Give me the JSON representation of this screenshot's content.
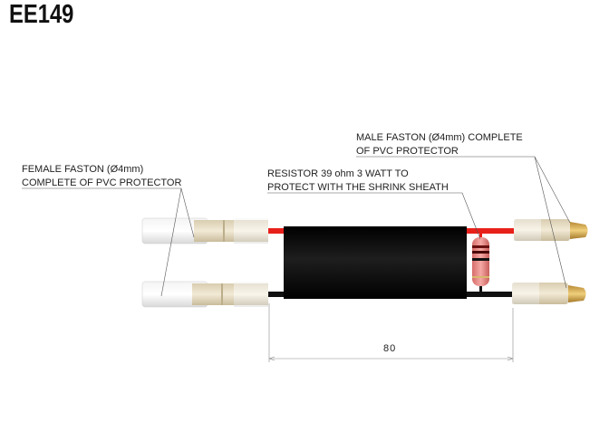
{
  "title": "EE149",
  "labels": {
    "female": [
      "FEMALE FASTON (Ø4mm)",
      "COMPLETE OF PVC PROTECTOR"
    ],
    "resistor": [
      "RESISTOR 39 ohm 3 WATT TO",
      "PROTECT WITH THE SHRINK SHEATH"
    ],
    "male": [
      "MALE FASTON (Ø4mm) COMPLETE",
      "OF PVC PROTECTOR"
    ]
  },
  "dimension": "80",
  "colors": {
    "red_wire": "#e8201a",
    "black_wire": "#111111",
    "body": "#0a0a0a",
    "connector": "#eadfc6",
    "tip": "#d6a94e",
    "resistor": "#e88a86"
  }
}
